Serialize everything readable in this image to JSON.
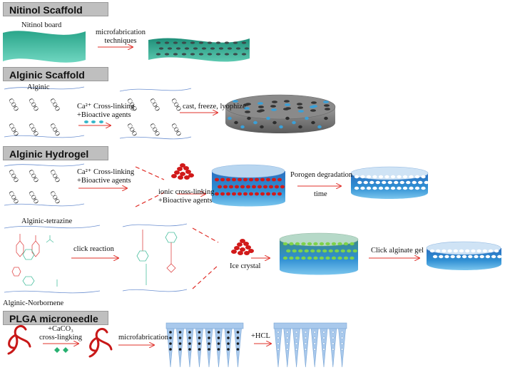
{
  "sections": {
    "nitinol_scaffold": {
      "title": "Nitinol Scaffold",
      "board_label": "Nitinol board",
      "arrow_label_line1": "microfabrication",
      "arrow_label_line2": "techniques"
    },
    "alginic_scaffold": {
      "title": "Alginic Scaffold",
      "chain_label": "Alginic",
      "step1_line1": "Ca²⁺ Cross-linking",
      "step1_line2": "+Bioactive agents",
      "step2_label": "cast, freeze, lyophize"
    },
    "alginic_hydrogel": {
      "title": "Alginic Hydrogel",
      "step1_line1": "Ca²⁺ Cross-linking",
      "step1_line2": "+Bioactive agents",
      "center_line1": "ionic cross-linking",
      "center_line2": "+Bioactive agents",
      "degradation_label": "Porogen degradation",
      "time_label": "time",
      "tetrazine_label": "Alginic-tetrazine",
      "norbornene_label": "Alginic-Norbornene",
      "click_reaction_label": "click reaction",
      "ice_crystal_label": "Ice crystal",
      "click_gel_label": "Click alginate gel"
    },
    "plga_microneedle": {
      "title": "PLGA microneedle",
      "step1_line1": "+CaCO₃",
      "step1_line2": "cross-lingking",
      "step2_label": "microfabrication",
      "step3_label": "+HCL"
    }
  },
  "colors": {
    "header_bg": "#bfbfbf",
    "arrow_red": "#e0302a",
    "teal": "#35b59a",
    "blue_gel": "#2a6fc0",
    "red_beads": "#d11a1a",
    "green_beads": "#7ed24a",
    "needle_blue": "#a9c9ec",
    "ca_blue": "#3b8fd6"
  },
  "icons": [
    "alginate-chain-icon",
    "scaffold-disc-icon",
    "hydrogel-dish-icon",
    "microneedle-array-icon",
    "plga-star-icon"
  ]
}
